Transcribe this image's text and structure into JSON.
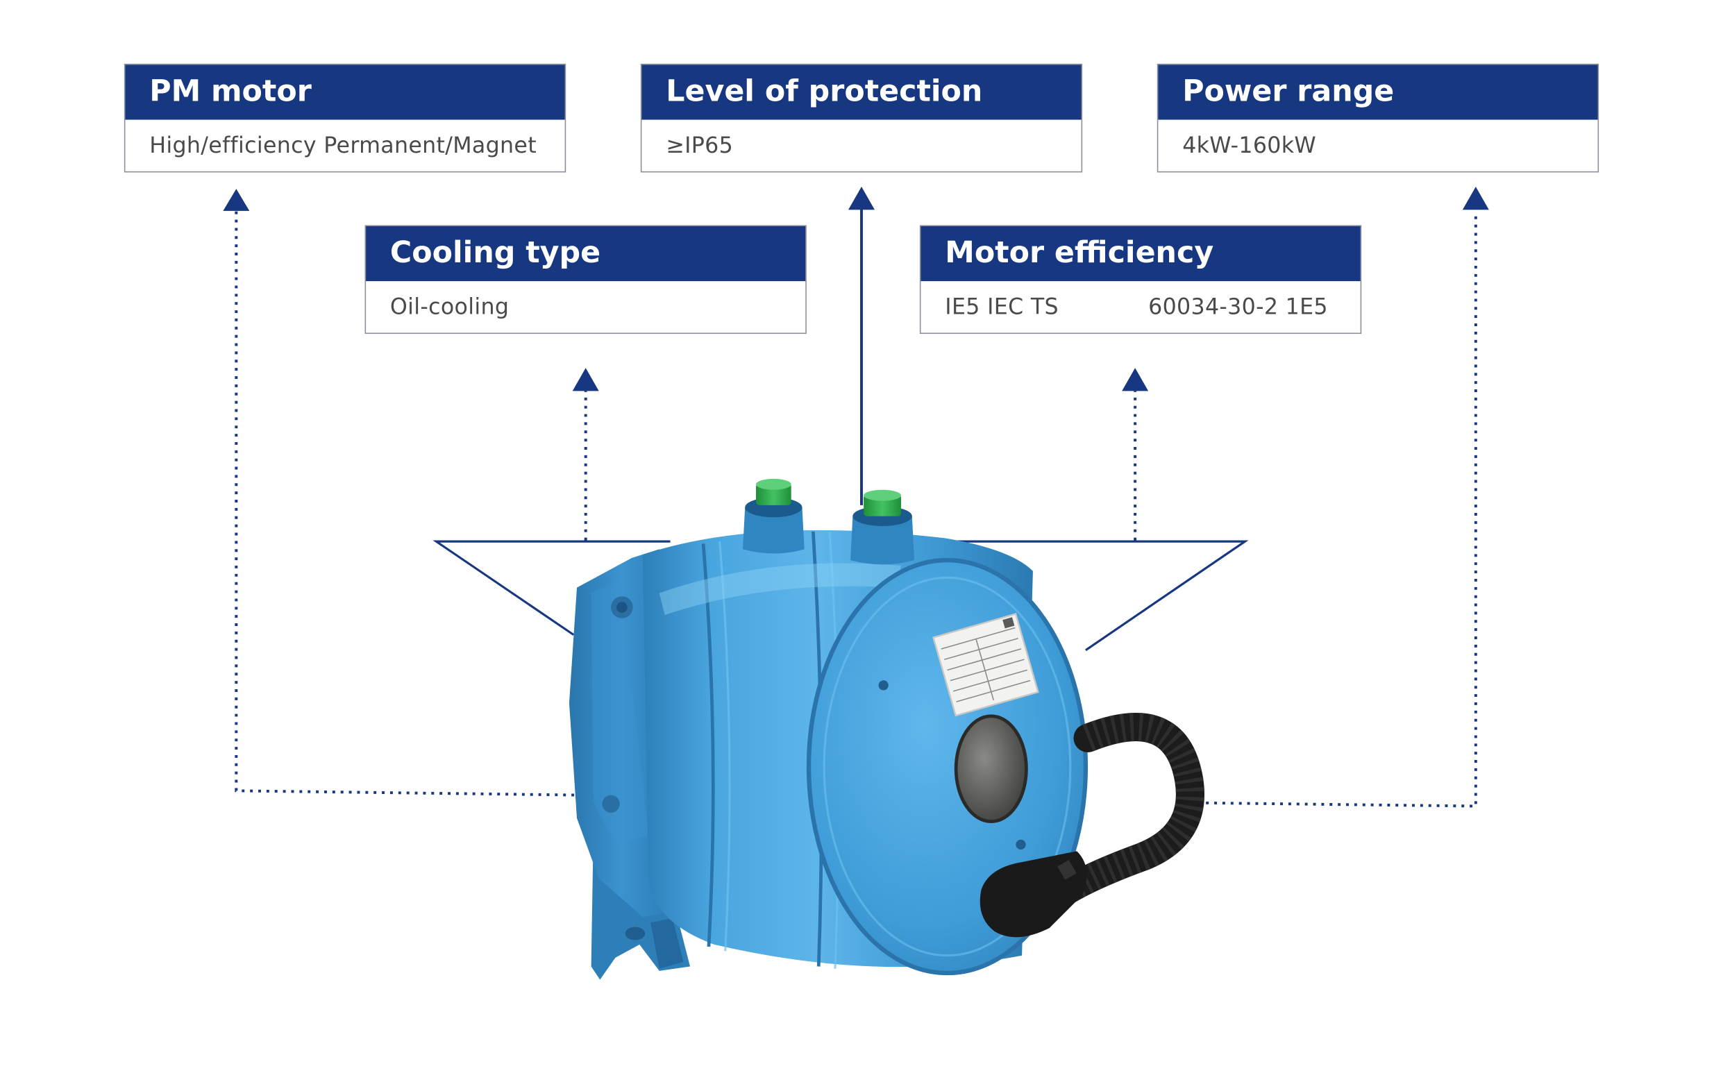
{
  "colors": {
    "navy": "#173880",
    "motor_blue": "#3f9fd8",
    "motor_dark": "#1f6fa6",
    "border_gray": "#8c8f99",
    "value_text": "#4a4a4a",
    "cap_green": "#2fa84a"
  },
  "specs": {
    "pm_motor": {
      "title": "PM motor",
      "value": "High/efficiency Permanent/Magnet"
    },
    "protection": {
      "title": "Level of protection",
      "value": "≥IP65"
    },
    "power": {
      "title": "Power range",
      "value": "4kW-160kW"
    },
    "cooling": {
      "title": "Cooling type",
      "value": "Oil-cooling"
    },
    "efficiency": {
      "title": "Motor efficiency",
      "value_a": "IE5 IEC TS",
      "value_b": "60034-30-2 1E5"
    }
  },
  "product": {
    "name": "oil-cooled permanent magnet motor",
    "icons": [
      "arrow-up-icon",
      "motor-image",
      "nameplate-icon",
      "ce-mark-icon"
    ]
  }
}
